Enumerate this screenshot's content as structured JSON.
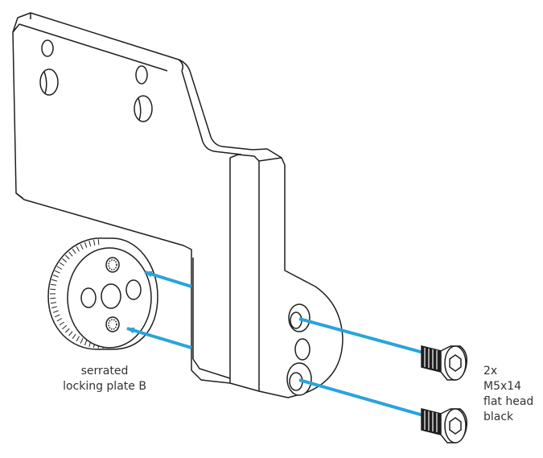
{
  "labels": {
    "plate": [
      "serrated",
      "locking plate B"
    ],
    "screws": [
      "2x",
      "M5x14",
      "flat head",
      "black"
    ]
  },
  "icons": {
    "bracket": "mounting-bracket",
    "plate": "serrated-locking-plate",
    "screw": "flat-head-hex-socket-screw",
    "arrow": "assembly-arrow"
  },
  "colors": {
    "line": "#1f1f1f",
    "arrow": "#2aa3dc",
    "text": "#333333",
    "background": "#ffffff"
  }
}
